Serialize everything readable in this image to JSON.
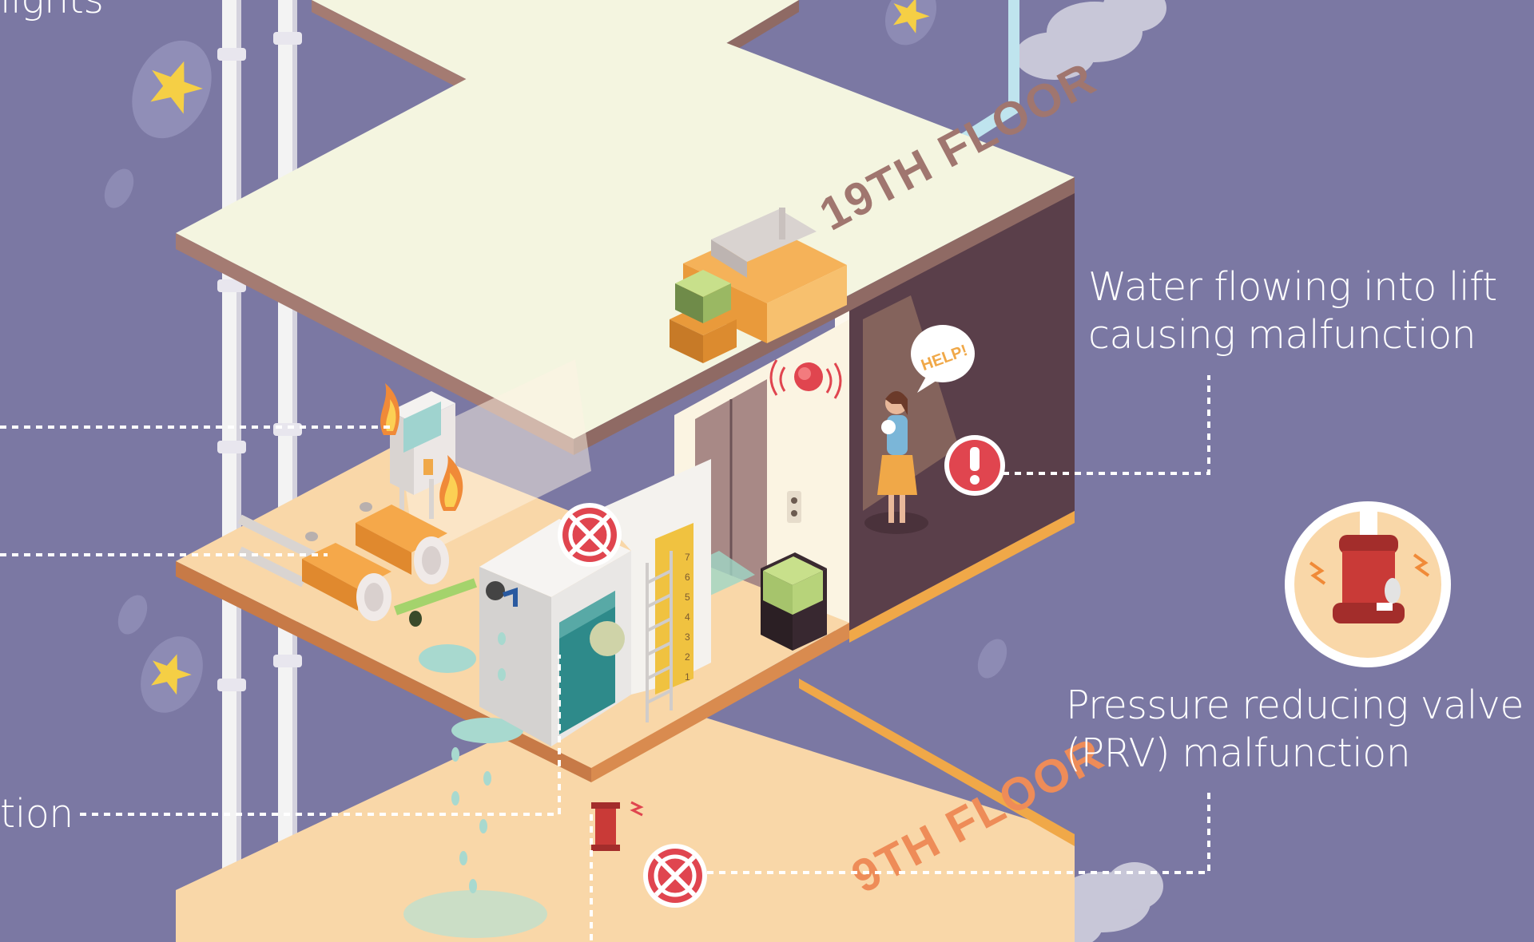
{
  "floors": {
    "upper_floor_label": "19TH FLOOR",
    "lower_floor_label": "9TH FLOOR"
  },
  "speech_bubble": "HELP!",
  "gauge_numbers": [
    "7",
    "6",
    "5",
    "4",
    "3",
    "2",
    "1"
  ],
  "callouts": {
    "lift": {
      "line1": "Water flowing into lift",
      "line2": "causing malfunction"
    },
    "prv": {
      "line1": "Pressure reducing valve",
      "line2": "(PRV) malfunction"
    },
    "cut_top": "lights",
    "cut_bottom": "tion"
  },
  "colors": {
    "background": "#7b78a3",
    "floor_slab": "#f4f5e0",
    "plant_floor": "#f9d7a8",
    "floor_edge": "#a47b72",
    "lift_interior": "#5a3f4a",
    "alert_red": "#e0454f",
    "text_floor": "#a0766f",
    "text_floor_lower": "#ee8c58",
    "callout_line": "#ffffff"
  }
}
